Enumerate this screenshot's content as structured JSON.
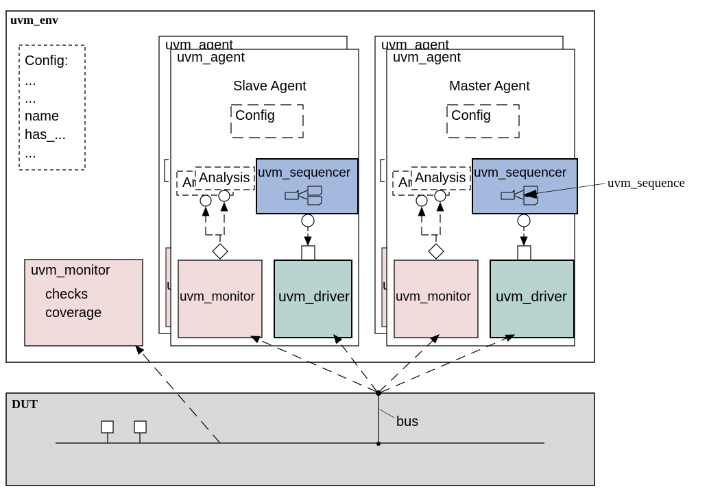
{
  "env": {
    "title": "uvm_env",
    "config": {
      "lines": [
        "Config:",
        "...",
        "...",
        "name",
        "has_...",
        "..."
      ]
    },
    "env_monitor": {
      "title": "uvm_monitor",
      "items": [
        "checks",
        "coverage"
      ]
    }
  },
  "agents": [
    {
      "back_label": "uvm_agent",
      "label": "uvm_agent",
      "role": "Slave Agent",
      "config": "Config",
      "analysis_back": "An",
      "analysis": "Analysis",
      "sequencer": "uvm_sequencer",
      "monitor": "uvm_monitor",
      "driver": "uvm_driver",
      "back_monitor": "u"
    },
    {
      "back_label": "uvm_agent",
      "label": "uvm_agent",
      "role": "Master Agent",
      "config": "Config",
      "analysis_back": "An",
      "analysis": "Analysis",
      "sequencer": "uvm_sequencer",
      "monitor": "uvm_monitor",
      "driver": "uvm_driver",
      "back_monitor": "u"
    }
  ],
  "callouts": {
    "sequence": "uvm_sequence",
    "bus": "bus"
  },
  "dut": {
    "title": "DUT"
  },
  "colors": {
    "monitor_fill": "#f2dcdb",
    "driver_fill": "#b9d3d0",
    "sequencer_fill": "#a3b9de",
    "dut_fill": "#d9d9d9",
    "line": "#000000"
  }
}
